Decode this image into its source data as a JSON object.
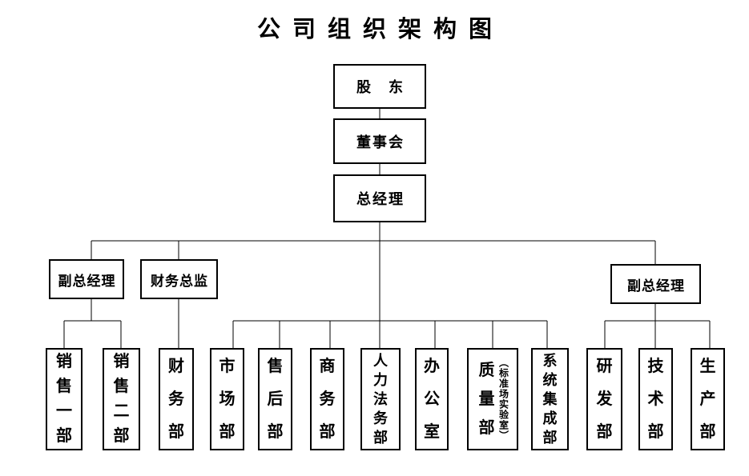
{
  "title": "公司组织架构图",
  "colors": {
    "line": "#000000",
    "background": "#ffffff",
    "text": "#000000"
  },
  "nodes": {
    "shareholders": "股　东",
    "board": "董事会",
    "general_manager": "总经理",
    "vice_gm_left": "副总经理",
    "finance_director": "财务总监",
    "vice_gm_right": "副总经理",
    "departments": [
      {
        "label": "销售一部",
        "parent": "vice_gm_left"
      },
      {
        "label": "销售二部",
        "parent": "vice_gm_left"
      },
      {
        "label": "财务部",
        "parent": "finance_director"
      },
      {
        "label": "市场部",
        "parent": "general_manager"
      },
      {
        "label": "售后部",
        "parent": "general_manager"
      },
      {
        "label": "商务部",
        "parent": "general_manager"
      },
      {
        "label": "人力法务部",
        "parent": "general_manager"
      },
      {
        "label": "办公室",
        "parent": "general_manager"
      },
      {
        "label": "质量部",
        "annotation": "（标准场实验室）",
        "parent": "general_manager"
      },
      {
        "label": "系统集成部",
        "parent": "general_manager"
      },
      {
        "label": "研发部",
        "parent": "vice_gm_right"
      },
      {
        "label": "技术部",
        "parent": "vice_gm_right"
      },
      {
        "label": "生产部",
        "parent": "vice_gm_right"
      }
    ]
  }
}
